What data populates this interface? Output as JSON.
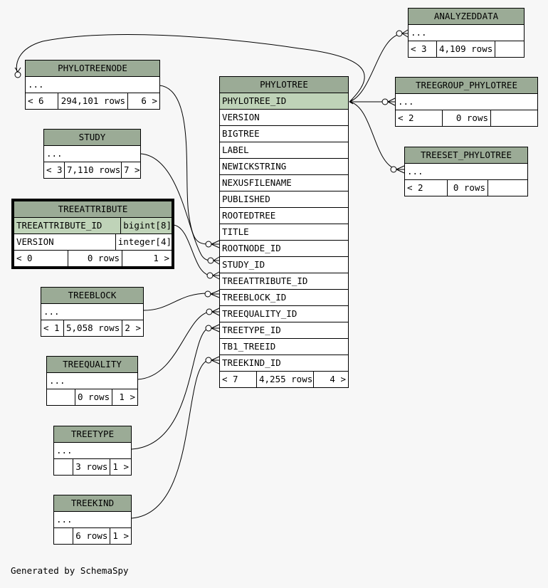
{
  "footer_text": "Generated by SchemaSpy",
  "tables": {
    "phylotree": {
      "name": "PHYLOTREE",
      "columns": [
        "PHYLOTREE_ID",
        "VERSION",
        "BIGTREE",
        "LABEL",
        "NEWICKSTRING",
        "NEXUSFILENAME",
        "PUBLISHED",
        "ROOTEDTREE",
        "TITLE",
        "ROOTNODE_ID",
        "STUDY_ID",
        "TREEATTRIBUTE_ID",
        "TREEBLOCK_ID",
        "TREEQUALITY_ID",
        "TREETYPE_ID",
        "TB1_TREEID",
        "TREEKIND_ID"
      ],
      "parents": "< 7",
      "rows": "4,255 rows",
      "children": "4 >"
    },
    "analyzeddata": {
      "name": "ANALYZEDDATA",
      "body": "...",
      "parents": "< 3",
      "rows": "4,109 rows",
      "children": ""
    },
    "treegroup_phylotree": {
      "name": "TREEGROUP_PHYLOTREE",
      "body": "...",
      "parents": "< 2",
      "rows": "0 rows",
      "children": ""
    },
    "treeset_phylotree": {
      "name": "TREESET_PHYLOTREE",
      "body": "...",
      "parents": "< 2",
      "rows": "0 rows",
      "children": ""
    },
    "phylotreenode": {
      "name": "PHYLOTREENODE",
      "body": "...",
      "parents": "< 6",
      "rows": "294,101 rows",
      "children": "6 >"
    },
    "study": {
      "name": "STUDY",
      "body": "...",
      "parents": "< 3",
      "rows": "7,110 rows",
      "children": "7 >"
    },
    "treeattribute": {
      "name": "TREEATTRIBUTE",
      "rows_list": [
        {
          "col": "TREEATTRIBUTE_ID",
          "type": "bigint[8]"
        },
        {
          "col": "VERSION",
          "type": "integer[4]"
        }
      ],
      "parents": "< 0",
      "rows": "0 rows",
      "children": "1 >"
    },
    "treeblock": {
      "name": "TREEBLOCK",
      "body": "...",
      "parents": "< 1",
      "rows": "5,058 rows",
      "children": "2 >"
    },
    "treequality": {
      "name": "TREEQUALITY",
      "body": "...",
      "parents": "",
      "rows": "0 rows",
      "children": "1 >"
    },
    "treetype": {
      "name": "TREETYPE",
      "body": "...",
      "parents": "",
      "rows": "3 rows",
      "children": "1 >"
    },
    "treekind": {
      "name": "TREEKIND",
      "body": "...",
      "parents": "",
      "rows": "6 rows",
      "children": "1 >"
    }
  }
}
